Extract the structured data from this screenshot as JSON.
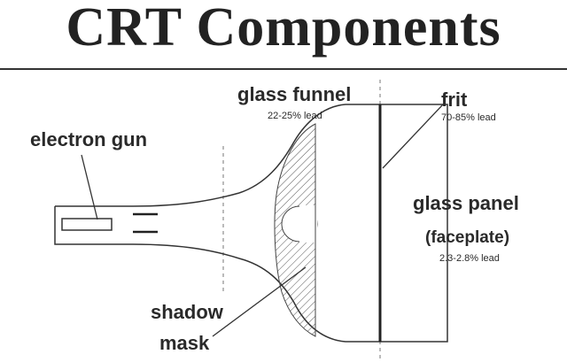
{
  "title": "CRT Components",
  "labels": {
    "electron_gun": "electron gun",
    "glass_funnel": "glass funnel",
    "glass_funnel_lead": "22-25% lead",
    "frit": "frit",
    "frit_lead": "70-85% lead",
    "glass_panel": "glass panel",
    "faceplate": "(faceplate)",
    "panel_lead": "2.3-2.8% lead",
    "shadow": "shadow",
    "mask": "mask"
  }
}
